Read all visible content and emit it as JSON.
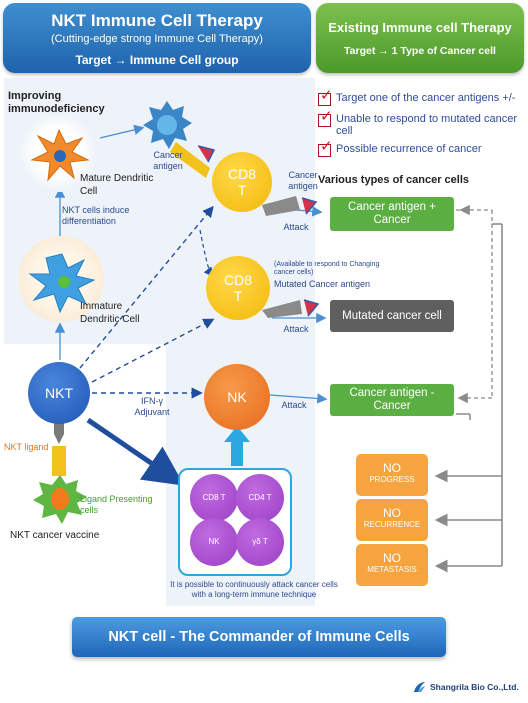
{
  "header_left": {
    "title": "NKT Immune Cell Therapy",
    "subtitle": "(Cutting-edge strong Immune Cell Therapy)",
    "target": "Target → Immune  Cell group"
  },
  "header_right": {
    "title": "Existing Immune cell Therapy",
    "target": "Target → 1 Type of Cancer cell"
  },
  "checklist": [
    "Target one of the cancer antigens +/-",
    "Unable to respond to mutated cancer cell",
    "Possible recurrence of cancer"
  ],
  "labels": {
    "improving": "Improving immunodeficiency",
    "mature_dc": "Mature Dendritic Cell",
    "nkt_induce": "NKT cells induce differentiation",
    "immature_dc": "Immature Dendritic Cell",
    "cancer_antigen_top": "Cancer antigen",
    "cancer_antigen_cd8": "Cancer antigen",
    "various": "Various types of cancer cells",
    "attack1": "Attack",
    "attack2": "Attack",
    "attack3": "Attack",
    "available": "(Available to respond to Changing cancer cells)",
    "mutated_antigen": "Mutated Cancer antigen",
    "ifn": "IFN-γ Adjuvant",
    "nkt_ligand": "NKT ligand",
    "ligand_presenting": "Ligand Presenting cells",
    "nkt_vaccine": "NKT cancer vaccine",
    "continuous": "It is possible to continuously attack cancer cells with a long-term immune technique"
  },
  "cells": {
    "cd8_top": "CD8 T",
    "cd8_mid": "CD8 T",
    "nk": "NK",
    "nkt": "NKT",
    "sub": [
      "CD8 T",
      "CD4 T",
      "NK",
      "γδ T"
    ]
  },
  "cancer_boxes": {
    "plus": "Cancer antigen + Cancer",
    "mutated": "Mutated cancer cell",
    "minus": "Cancer antigen - Cancer"
  },
  "outcomes": [
    {
      "no": "NO",
      "what": "PROGRESS"
    },
    {
      "no": "NO",
      "what": "RECURRENCE"
    },
    {
      "no": "NO",
      "what": "METASTASIS"
    }
  ],
  "footer": {
    "banner": "NKT cell - The Commander of Immune Cells",
    "company": "Shangrila Bio Co.,Ltd."
  },
  "colors": {
    "blue": "#1f63ad",
    "green": "#5bae41",
    "orange": "#f6a440",
    "yellow": "#f6c21c",
    "purple": "#9a3ec5"
  }
}
